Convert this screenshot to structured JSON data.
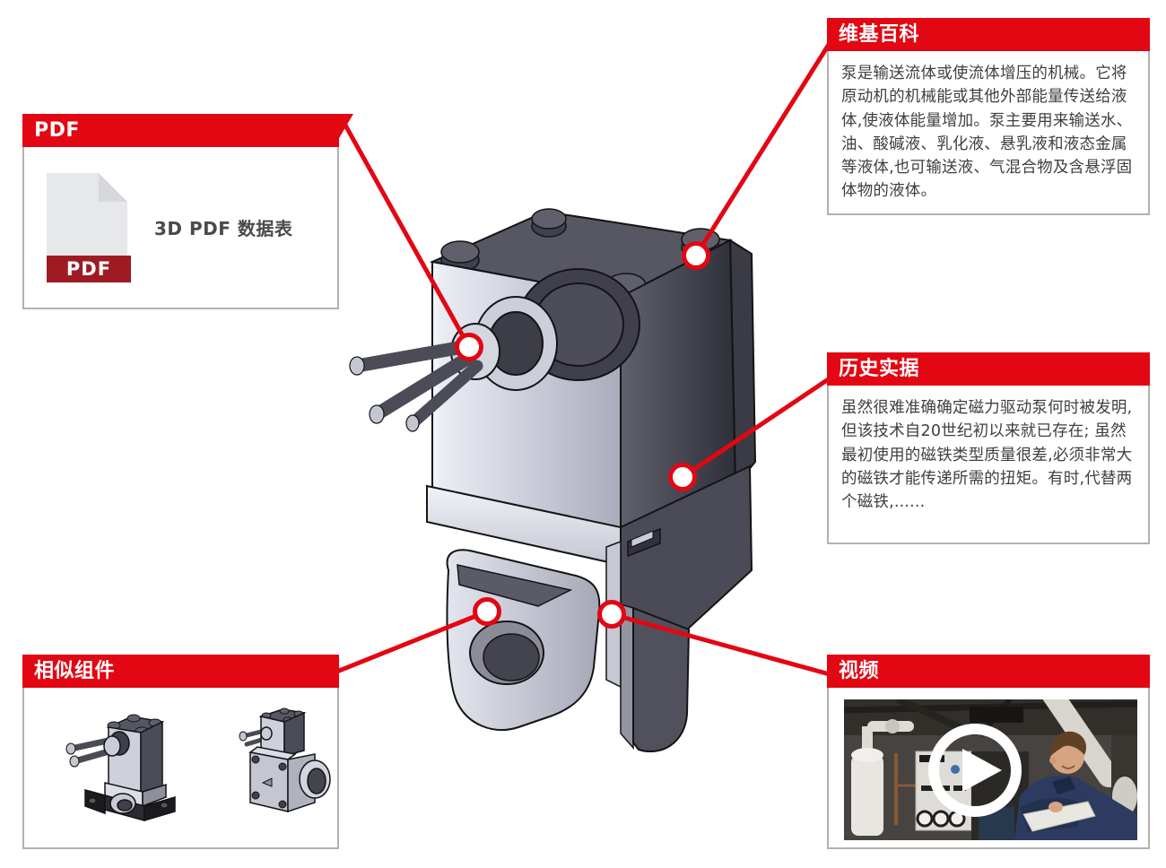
{
  "page": {
    "background": "#ffffff"
  },
  "colors": {
    "accent_red": "#e30613",
    "pdf_badge_red": "#9e1b24",
    "box_border": "#b1b1b1",
    "header_text": "#ffffff",
    "body_text": "#3f3f3f"
  },
  "callouts": {
    "pdf": {
      "title": "PDF",
      "file_badge": "PDF",
      "label": "3D PDF 数据表"
    },
    "wikipedia": {
      "title": "维基百科",
      "body": "泵是输送流体或使流体增压的机械。它将原动机的机械能或其他外部能量传送给液体,使液体能量增加。泵主要用来输送水、油、酸碱液、乳化液、悬乳液和液态金属等液体,也可输送液、气混合物及含悬浮固体物的液体。"
    },
    "history": {
      "title": "历史实据",
      "body": "虽然很难准确确定磁力驱动泵何时被发明,但该技术自20世纪初以来就已存在; 虽然最初使用的磁铁类型质量很差,必须非常大的磁铁才能传递所需的扭矩。有时,代替两个磁铁,......"
    },
    "similar": {
      "title": "相似组件"
    },
    "video": {
      "title": "视频"
    }
  }
}
